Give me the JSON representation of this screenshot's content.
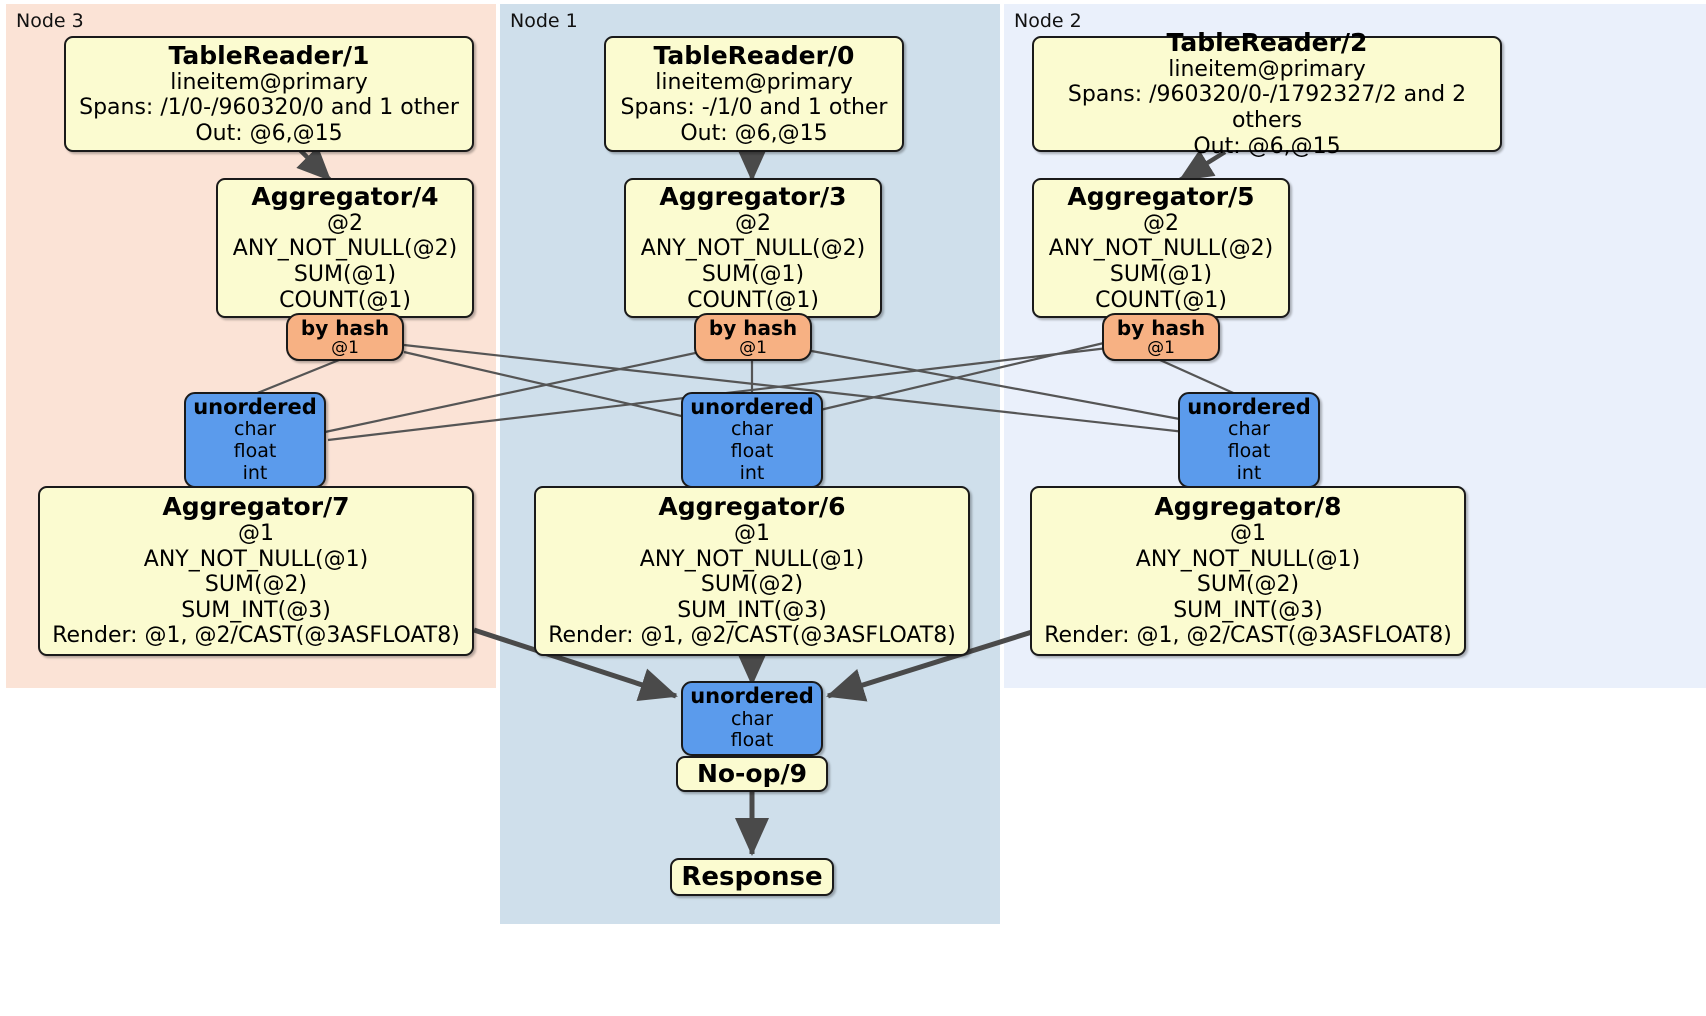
{
  "diagram": {
    "title": "Distributed query plan",
    "colors": {
      "node3_bg": "#fbe3d6",
      "node1_bg": "#cfdfeb",
      "node2_bg": "#eaf0fb",
      "processor_fill": "#fbfbd0",
      "router_fill": "#f7b183",
      "receiver_fill": "#5b9bec",
      "border": "#1a1a1a",
      "edge": "#555555",
      "thick_edge": "#4a4a4a"
    }
  },
  "panels": [
    {
      "id": "node3",
      "label": "Node 3"
    },
    {
      "id": "node1",
      "label": "Node 1"
    },
    {
      "id": "node2",
      "label": "Node 2"
    }
  ],
  "processors": {
    "tablereader_1": {
      "title": "TableReader/1",
      "lines": [
        "lineitem@primary",
        "Spans: /1/0-/960320/0 and 1 other",
        "Out: @6,@15"
      ]
    },
    "tablereader_0": {
      "title": "TableReader/0",
      "lines": [
        "lineitem@primary",
        "Spans: -/1/0 and 1 other",
        "Out: @6,@15"
      ]
    },
    "tablereader_2": {
      "title": "TableReader/2",
      "lines": [
        "lineitem@primary",
        "Spans: /960320/0-/1792327/2 and 2 others",
        "Out: @6,@15"
      ]
    },
    "aggregator_4": {
      "title": "Aggregator/4",
      "lines": [
        "@2",
        "ANY_NOT_NULL(@2)",
        "SUM(@1)",
        "COUNT(@1)"
      ]
    },
    "aggregator_3": {
      "title": "Aggregator/3",
      "lines": [
        "@2",
        "ANY_NOT_NULL(@2)",
        "SUM(@1)",
        "COUNT(@1)"
      ]
    },
    "aggregator_5": {
      "title": "Aggregator/5",
      "lines": [
        "@2",
        "ANY_NOT_NULL(@2)",
        "SUM(@1)",
        "COUNT(@1)"
      ]
    },
    "aggregator_7": {
      "title": "Aggregator/7",
      "lines": [
        "@1",
        "ANY_NOT_NULL(@1)",
        "SUM(@2)",
        "SUM_INT(@3)",
        "Render: @1, @2/CAST(@3ASFLOAT8)"
      ]
    },
    "aggregator_6": {
      "title": "Aggregator/6",
      "lines": [
        "@1",
        "ANY_NOT_NULL(@1)",
        "SUM(@2)",
        "SUM_INT(@3)",
        "Render: @1, @2/CAST(@3ASFLOAT8)"
      ]
    },
    "aggregator_8": {
      "title": "Aggregator/8",
      "lines": [
        "@1",
        "ANY_NOT_NULL(@1)",
        "SUM(@2)",
        "SUM_INT(@3)",
        "Render: @1, @2/CAST(@3ASFLOAT8)"
      ]
    },
    "noop_9": {
      "title": "No-op/9",
      "lines": []
    }
  },
  "routers": {
    "router_left": {
      "title": "by hash",
      "lines": [
        "@1"
      ]
    },
    "router_center": {
      "title": "by hash",
      "lines": [
        "@1"
      ]
    },
    "router_right": {
      "title": "by hash",
      "lines": [
        "@1"
      ]
    }
  },
  "receivers": {
    "recv_left": {
      "title": "unordered",
      "lines": [
        "char",
        "float",
        "int"
      ]
    },
    "recv_center": {
      "title": "unordered",
      "lines": [
        "char",
        "float",
        "int"
      ]
    },
    "recv_right": {
      "title": "unordered",
      "lines": [
        "char",
        "float",
        "int"
      ]
    },
    "recv_final": {
      "title": "unordered",
      "lines": [
        "char",
        "float"
      ]
    }
  },
  "terminal": {
    "response": "Response"
  }
}
